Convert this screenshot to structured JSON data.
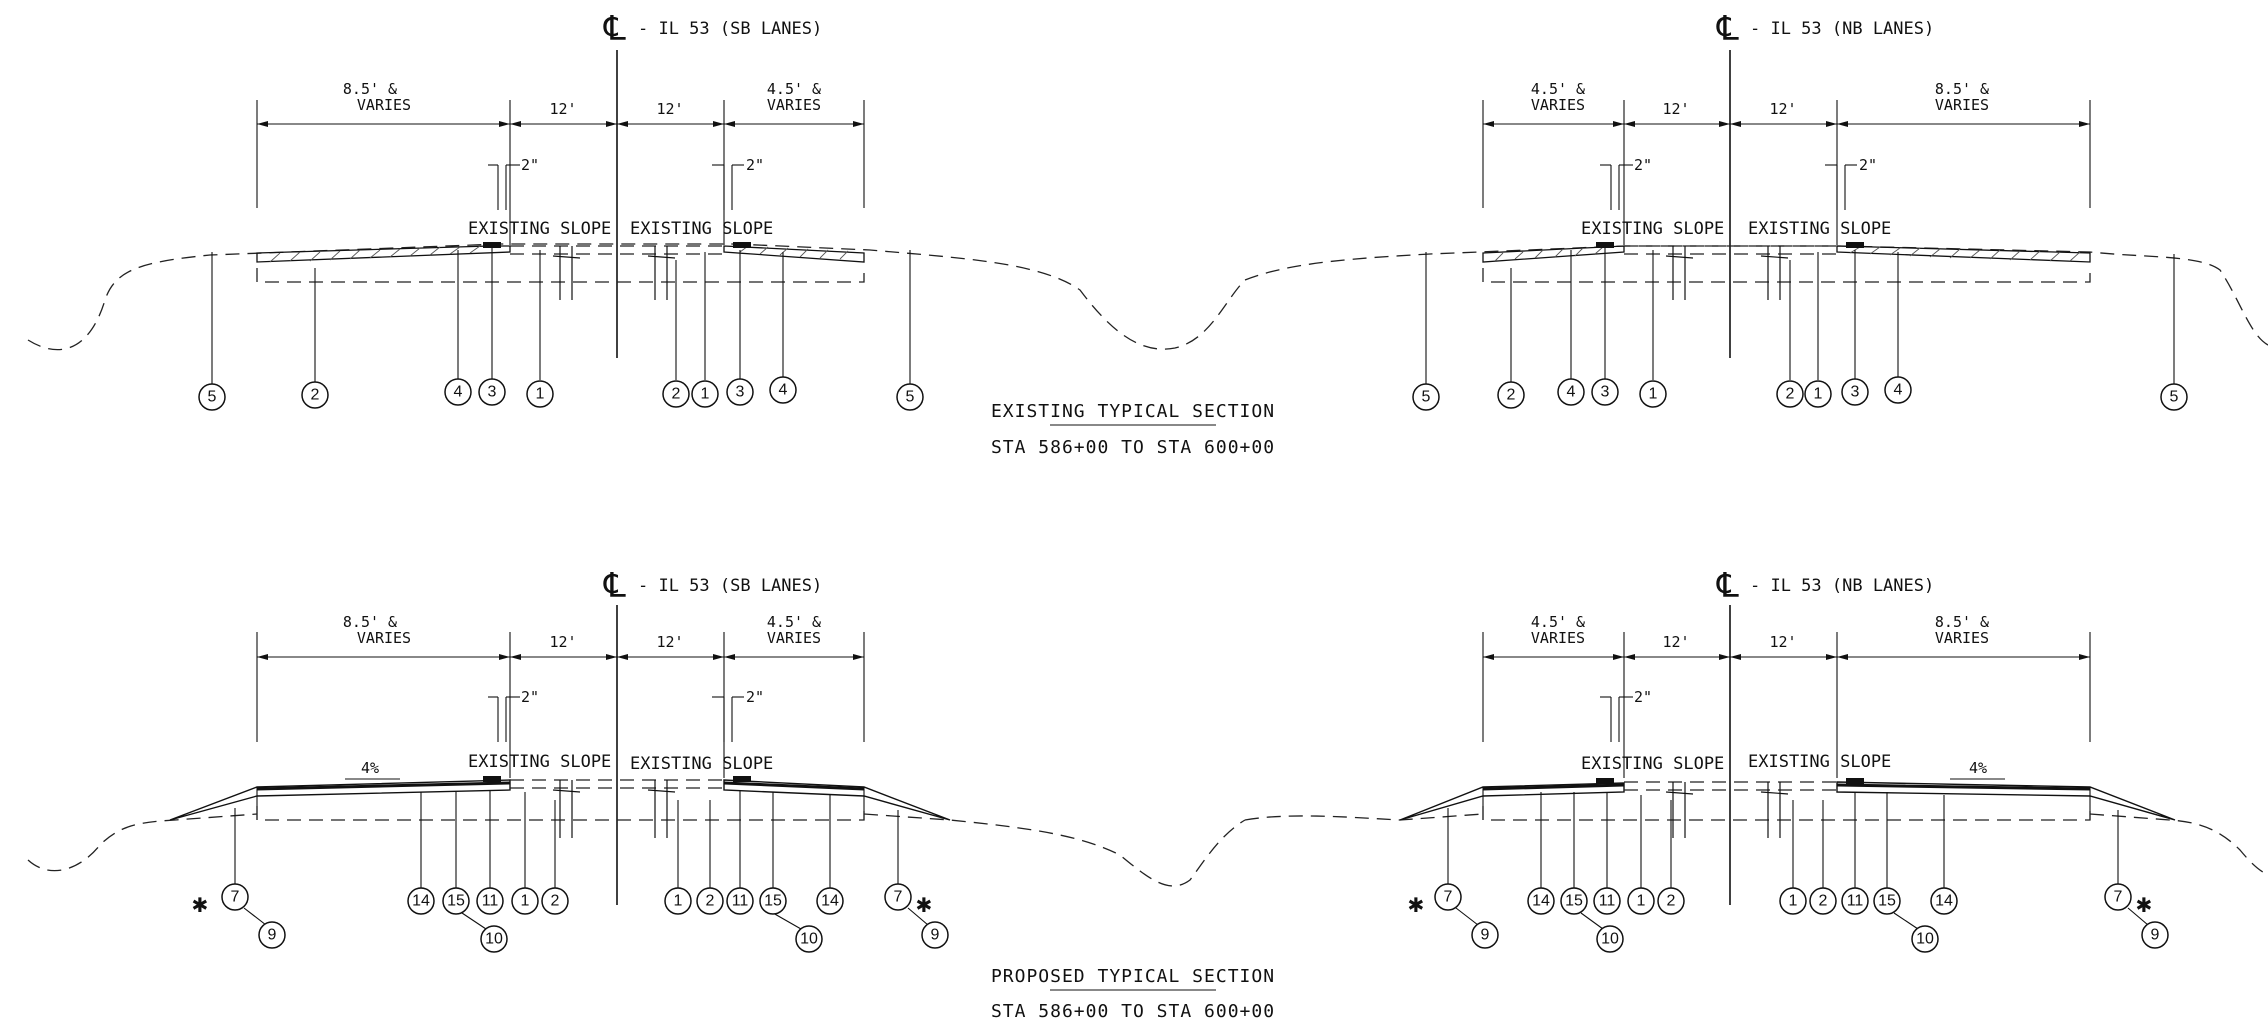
{
  "views": [
    {
      "id": "existing-sb",
      "ox": 0,
      "oy": 0,
      "proposed": false,
      "centerline": "- IL 53 (SB LANES)",
      "dims": [
        "8.5' &",
        "VARIES",
        "12'",
        "12'",
        "4.5' &",
        "VARIES",
        "2\"",
        "2\""
      ],
      "slope_left": "EXISTING SLOPE",
      "slope_right": "EXISTING SLOPE",
      "callouts": [
        "5",
        "2",
        "4",
        "3",
        "1",
        "2",
        "1",
        "3",
        "4",
        "5"
      ]
    },
    {
      "id": "existing-nb",
      "ox": 0,
      "oy": 0,
      "proposed": false,
      "centerline": "- IL 53 (NB LANES)",
      "dims": [
        "4.5' &",
        "VARIES",
        "12'",
        "12'",
        "8.5' &",
        "VARIES",
        "2\"",
        "2\""
      ],
      "slope_left": "EXISTING SLOPE",
      "slope_right": "EXISTING SLOPE",
      "callouts": [
        "5",
        "2",
        "4",
        "3",
        "1",
        "2",
        "1",
        "3",
        "4",
        "5"
      ]
    },
    {
      "id": "proposed-sb",
      "ox": 0,
      "oy": 0,
      "proposed": true,
      "centerline": "- IL 53 (SB LANES)",
      "dims": [
        "8.5' &",
        "VARIES",
        "12'",
        "12'",
        "4.5' &",
        "VARIES",
        "2\"",
        "2\""
      ],
      "slope_left": "EXISTING SLOPE",
      "slope_right": "EXISTING SLOPE",
      "grade": "4%",
      "callouts": [
        "7",
        "9",
        "14",
        "15",
        "10",
        "11",
        "1",
        "2",
        "1",
        "2",
        "11",
        "15",
        "10",
        "14",
        "7",
        "9"
      ]
    },
    {
      "id": "proposed-nb",
      "ox": 0,
      "oy": 0,
      "proposed": true,
      "centerline": "- IL 53 (NB LANES)",
      "dims": [
        "4.5' &",
        "VARIES",
        "12'",
        "12'",
        "8.5' &",
        "VARIES",
        "2\""
      ],
      "slope_left": "EXISTING SLOPE",
      "slope_right": "EXISTING SLOPE",
      "grade": "4%",
      "callouts": [
        "7",
        "9",
        "14",
        "15",
        "10",
        "11",
        "1",
        "2",
        "1",
        "2",
        "11",
        "15",
        "10",
        "14",
        "7",
        "9"
      ]
    }
  ],
  "existing_title": "EXISTING TYPICAL SECTION",
  "existing_station": "STA 586+00 TO STA 600+00",
  "proposed_title": "PROPOSED TYPICAL SECTION",
  "proposed_station": "STA 586+00 TO STA 600+00",
  "star": "✱",
  "cl_symbol": "℄"
}
